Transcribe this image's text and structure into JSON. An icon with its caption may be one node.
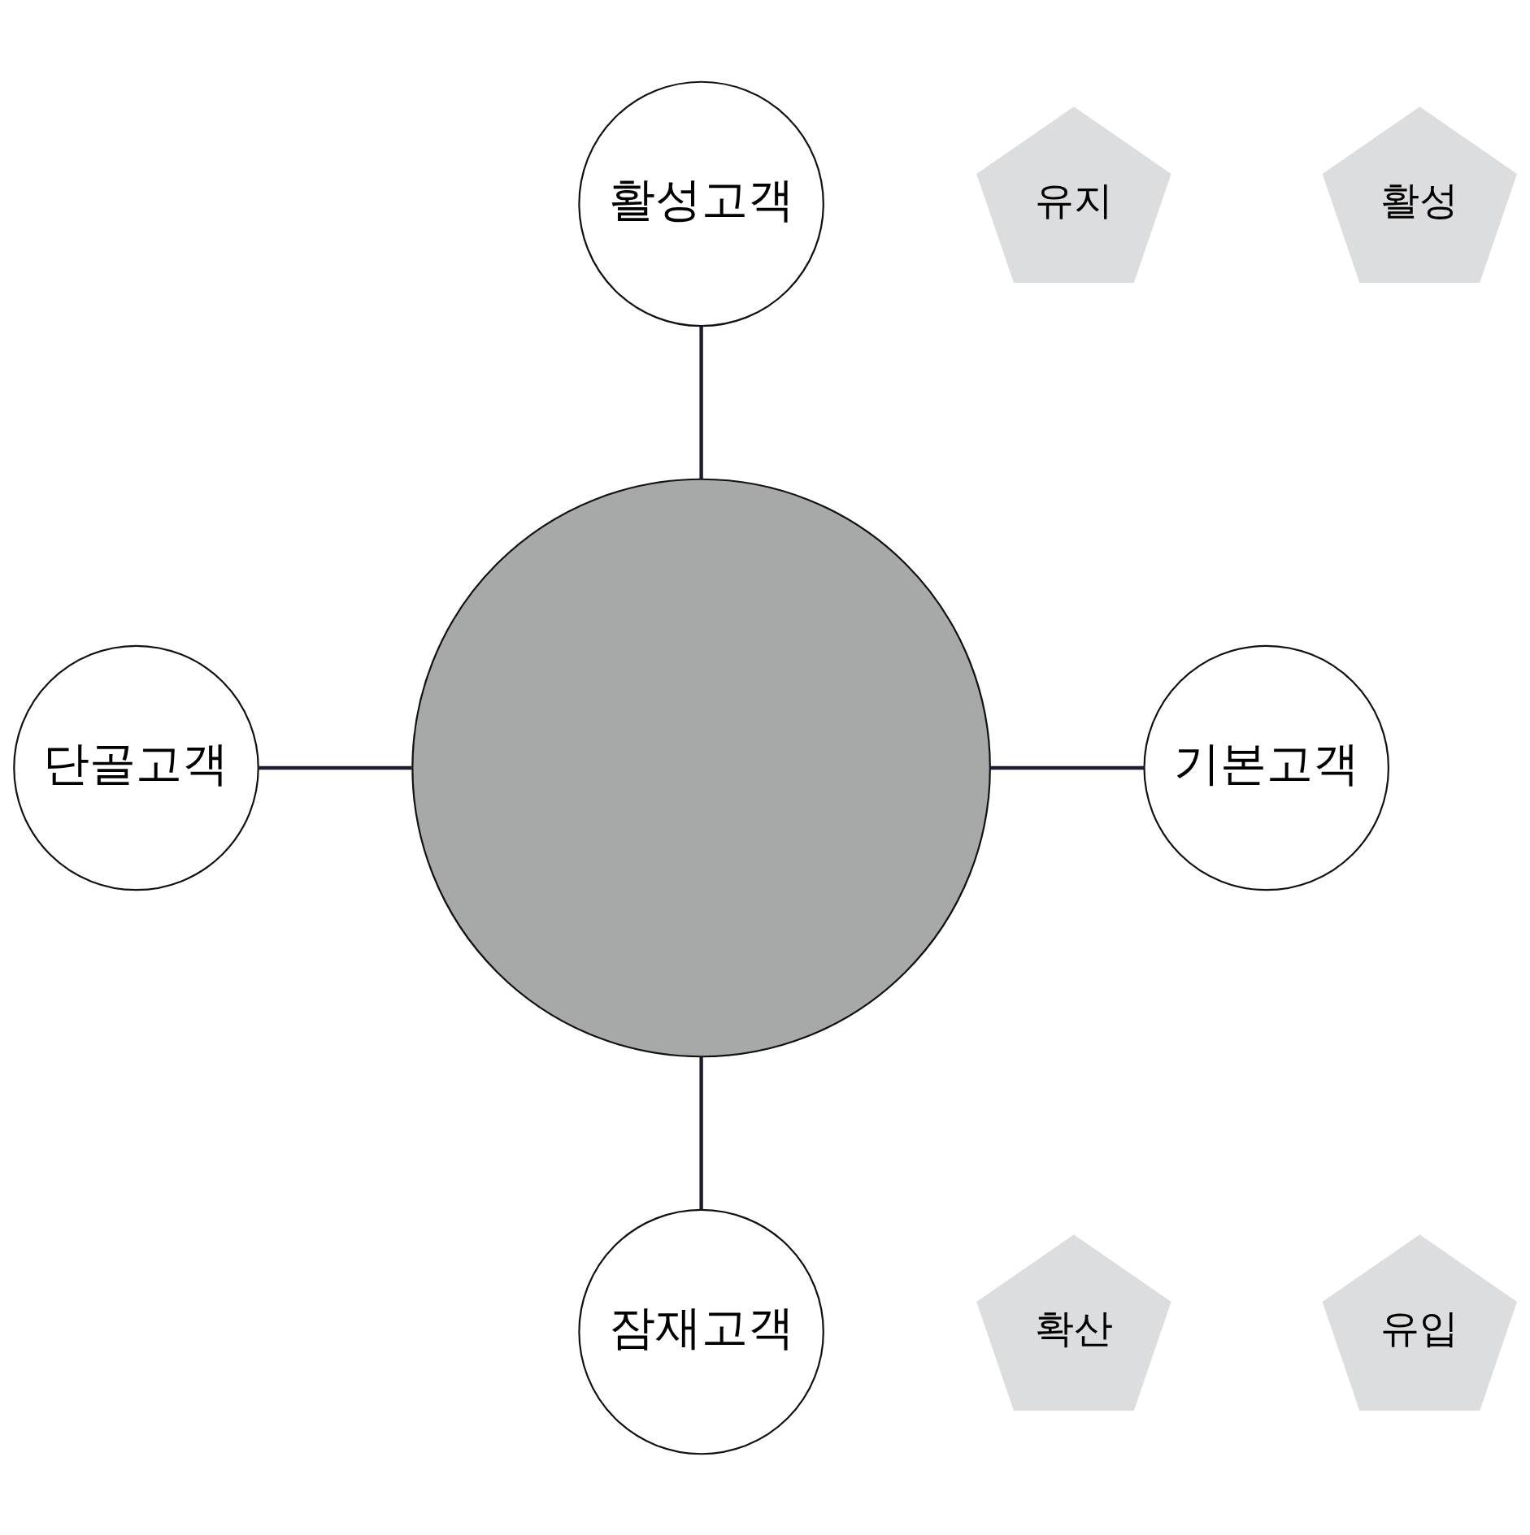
{
  "diagram": {
    "nodes": [
      {
        "text": [
          "활성고객"
        ]
      },
      {
        "text": [
          "유지"
        ]
      },
      {
        "text": [
          "활성"
        ]
      },
      {
        "text": [
          "단골고객"
        ]
      },
      {
        "text": [],
        "shape": "circle"
      },
      {
        "text": [
          "기본고객"
        ]
      },
      {
        "text": [
          "확산"
        ]
      },
      {
        "text": [
          "유입"
        ]
      },
      {
        "text": [
          "잠재고객"
        ]
      }
    ],
    "edges": [
      {
        "from": 0,
        "to": 4,
        "arrow": "none"
      },
      {
        "from": 3,
        "to": 4,
        "arrow": "none"
      },
      {
        "from": 4,
        "to": 5,
        "arrow": "none"
      },
      {
        "from": 4,
        "to": 8,
        "arrow": "none"
      }
    ]
  }
}
